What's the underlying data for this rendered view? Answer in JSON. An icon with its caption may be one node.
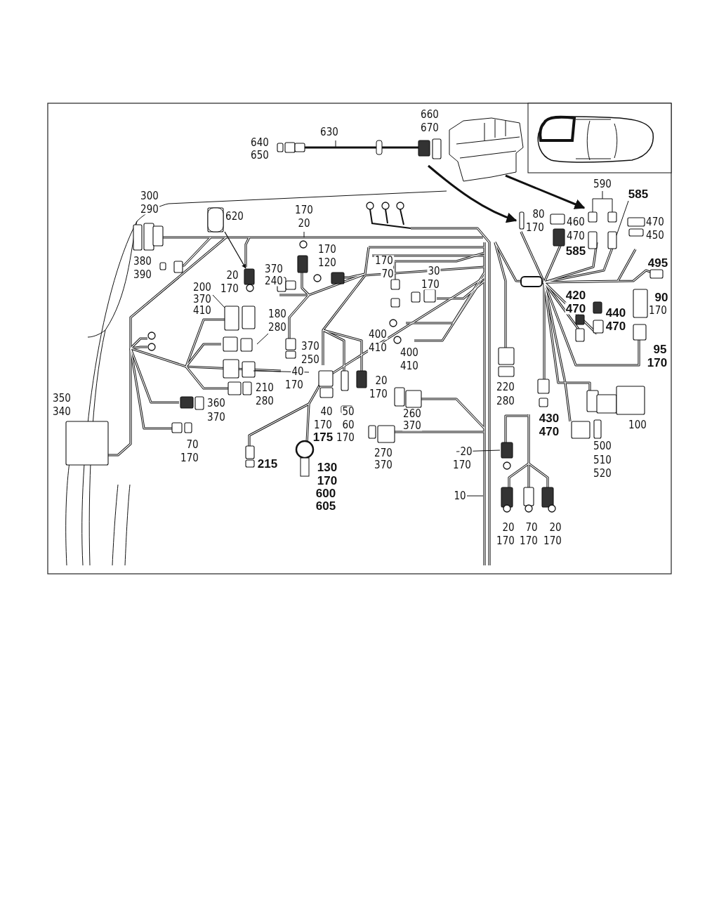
{
  "diagram": {
    "labels": [
      "640",
      "650",
      "630",
      "660",
      "670",
      "300",
      "290",
      "620",
      "170",
      "20",
      "590",
      "585",
      "80",
      "170",
      "460",
      "470",
      "470",
      "450",
      "585",
      "380",
      "390",
      "170",
      "120",
      "370",
      "240",
      "20",
      "170",
      "170",
      "70",
      "30",
      "170",
      "495",
      "200",
      "370",
      "410",
      "420",
      "470",
      "440",
      "470",
      "90",
      "170",
      "180",
      "280",
      "400",
      "410",
      "400",
      "410",
      "370",
      "250",
      "95",
      "170",
      "40",
      "170",
      "20",
      "170",
      "210",
      "280",
      "220",
      "280",
      "360",
      "370",
      "40",
      "170",
      "175",
      "50",
      "60",
      "170",
      "260",
      "370",
      "430",
      "470",
      "100",
      "350",
      "340",
      "70",
      "170",
      "270",
      "370",
      "20",
      "170",
      "500",
      "510",
      "520",
      "215",
      "130",
      "170",
      "600",
      "605",
      "10",
      "20",
      "170",
      "70",
      "170",
      "20",
      "170"
    ]
  }
}
